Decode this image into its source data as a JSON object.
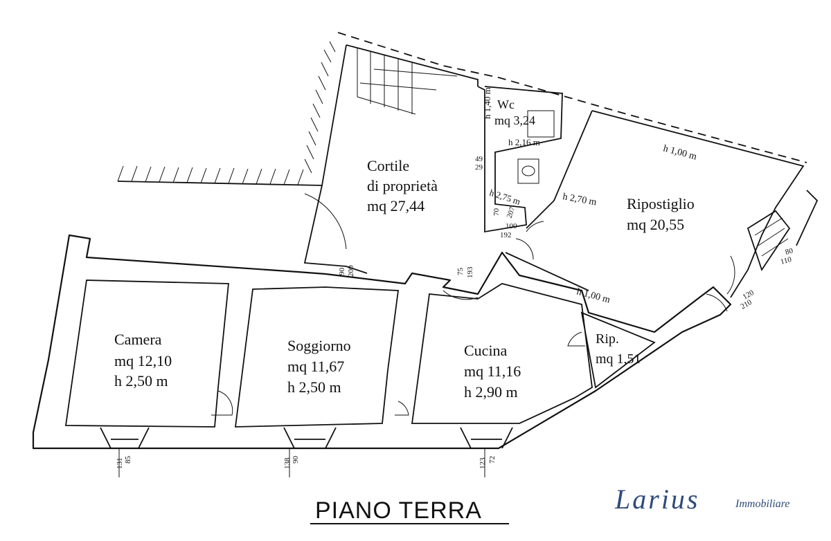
{
  "title": "PIANO TERRA",
  "brand": {
    "name": "Larius",
    "subtitle": "Immobiliare",
    "color": "#2d4a7a"
  },
  "rooms": {
    "cortile": {
      "name": "Cortile",
      "line2": "di proprietà",
      "area": "mq 27,44"
    },
    "wc": {
      "name": "Wc",
      "area": "mq 3,24"
    },
    "ripostiglio": {
      "name": "Ripostiglio",
      "area": "mq 20,55"
    },
    "camera": {
      "name": "Camera",
      "area": "mq 12,10",
      "height": "h 2,50 m"
    },
    "soggiorno": {
      "name": "Soggiorno",
      "area": "mq 11,67",
      "height": "h 2,50 m"
    },
    "cucina": {
      "name": "Cucina",
      "area": "mq 11,16",
      "height": "h 2,90 m"
    },
    "rip": {
      "name": "Rip.",
      "area": "mq 1,51"
    }
  },
  "heights": {
    "wc_top": "h 1,40 m",
    "wc_bottom": "h 2,16 m",
    "wc_side": "h 2,75 m",
    "rip_top": "h 1,00 m",
    "rip_mid": "h 2,70 m",
    "rip_bottom": "h 1,00 m"
  },
  "dimensions": {
    "d_49": "49",
    "d_29": "29",
    "d_70": "70",
    "d_207": "207",
    "d_100": "100",
    "d_192": "192",
    "d_90a": "90",
    "d_200": "200",
    "d_75": "75",
    "d_193": "193",
    "d_80": "80",
    "d_110": "110",
    "d_120": "120",
    "d_210": "210",
    "d_131": "131",
    "d_85": "85",
    "d_138": "138",
    "d_90b": "90",
    "d_123": "123",
    "d_72": "72"
  }
}
